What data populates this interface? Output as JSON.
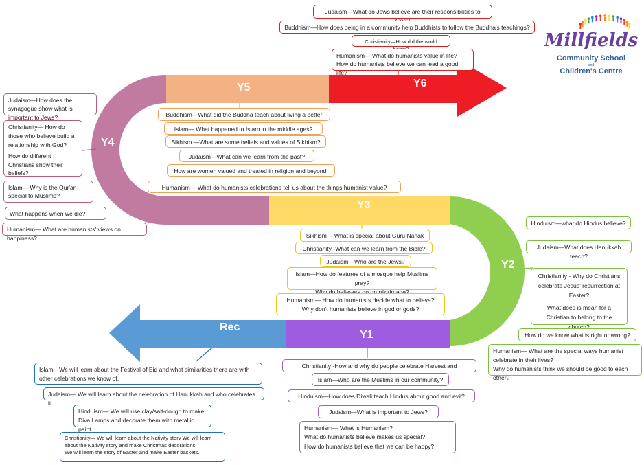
{
  "logo": {
    "word": "Millfields",
    "line1": "Community School",
    "line2": "and",
    "line3": "Children's Centre",
    "colors": [
      "#e53935",
      "#fb8c00",
      "#fdd835",
      "#43a047",
      "#1e88e5",
      "#8e24aa"
    ]
  },
  "bands": {
    "y6": "Y6",
    "y5": "Y5",
    "y4": "Y4",
    "y3": "Y3",
    "y2": "Y2",
    "y1": "Y1",
    "rec": "Rec"
  },
  "colors": {
    "y6": "#ee1c24",
    "y5": "#f4b183",
    "y4": "#c27ba0",
    "y3": "#ffd966",
    "y2": "#8fce4f",
    "y1": "#a05ce0",
    "rec": "#5b9bd5"
  },
  "y6": [
    "Judaism—What do Jews believe are their responsibilities to God?",
    "Buddhism—How does being in a community help Buddhists to follow the Buddha's teachings?",
    "Christianity—How did the world begin?",
    "Humanism— What do humanists value in life?",
    "How do humanists believe we can lead a good life?"
  ],
  "y5": [
    "Buddhism—What did the Buddha teach about living a better life?",
    "Islam— What happened to Islam in the middle ages?",
    "Sikhism —What are some beliefs and values of Sikhism?",
    "Judaism—What can we learn from the past?",
    "How are women valued and treated in religion and beyond.",
    "Humanism— What do humanists celebrations tell us about the things humanist value?"
  ],
  "y4": [
    "Judaism—How does the synagogue show what is important to Jews?",
    "Christianity— How do those who believe build a relationship with God?",
    "How do different Christians show their beliefs?",
    "Islam— Why is the Qur'an special to Muslims?",
    "What happens when we die?",
    "Humanism— What are humanists' views on happiness?"
  ],
  "y3": [
    "Sikhism —What is special about Guru Nanak ?",
    "Christianity  -What can we learn from the Bible?",
    "Judaism—Who are the Jews?",
    "Islam—How do features of a mosque help Muslims pray?",
    "Why do believers go on pilgrimage?",
    "Humanism— How do humanists decide what to believe?",
    "Why don't humanists believe in god or gods?"
  ],
  "y2": [
    "Hinduism—what do Hindus believe?",
    "Judaism—What does Hanukkah teach?",
    "Christianity  - Why do Christians celebrate Jesus' resurrection at Easter?",
    "What does is mean for a Christian to belong to the church?",
    "How do we know what is right or wrong?",
    "Humanism— What are the special ways humanist celebrate in their lives?",
    "Why do humanists think we should be good to each other?"
  ],
  "y1": [
    "Christianity  -How and why do people celebrate Harvest and Christmas?",
    "Islam—Who are the Muslims in our community?",
    "Hinduism—How  does Diwali teach Hindus about good and evil?",
    "Judaism—What is important to Jews?",
    "Humanism— What is Humanism?",
    "What do humanists believe makes us special?",
    "How do humanists believe that we can be happy?"
  ],
  "rec": [
    "Islam—We will learn about the Festival of Eid and what similarities there are with other celebrations we know of.",
    "Judaism— We will learn about the celebration of Hanukkah and who celebrates it.",
    "Hinduism— We will use clay/salt-dough to make Diva Lamps and decorate them with metallic paint.",
    "Christianity— We will learn about the Nativity story We will learn about the Nativity story and make Christmas decorations.",
    "We will learn the story of Easter and make Easter baskets."
  ]
}
